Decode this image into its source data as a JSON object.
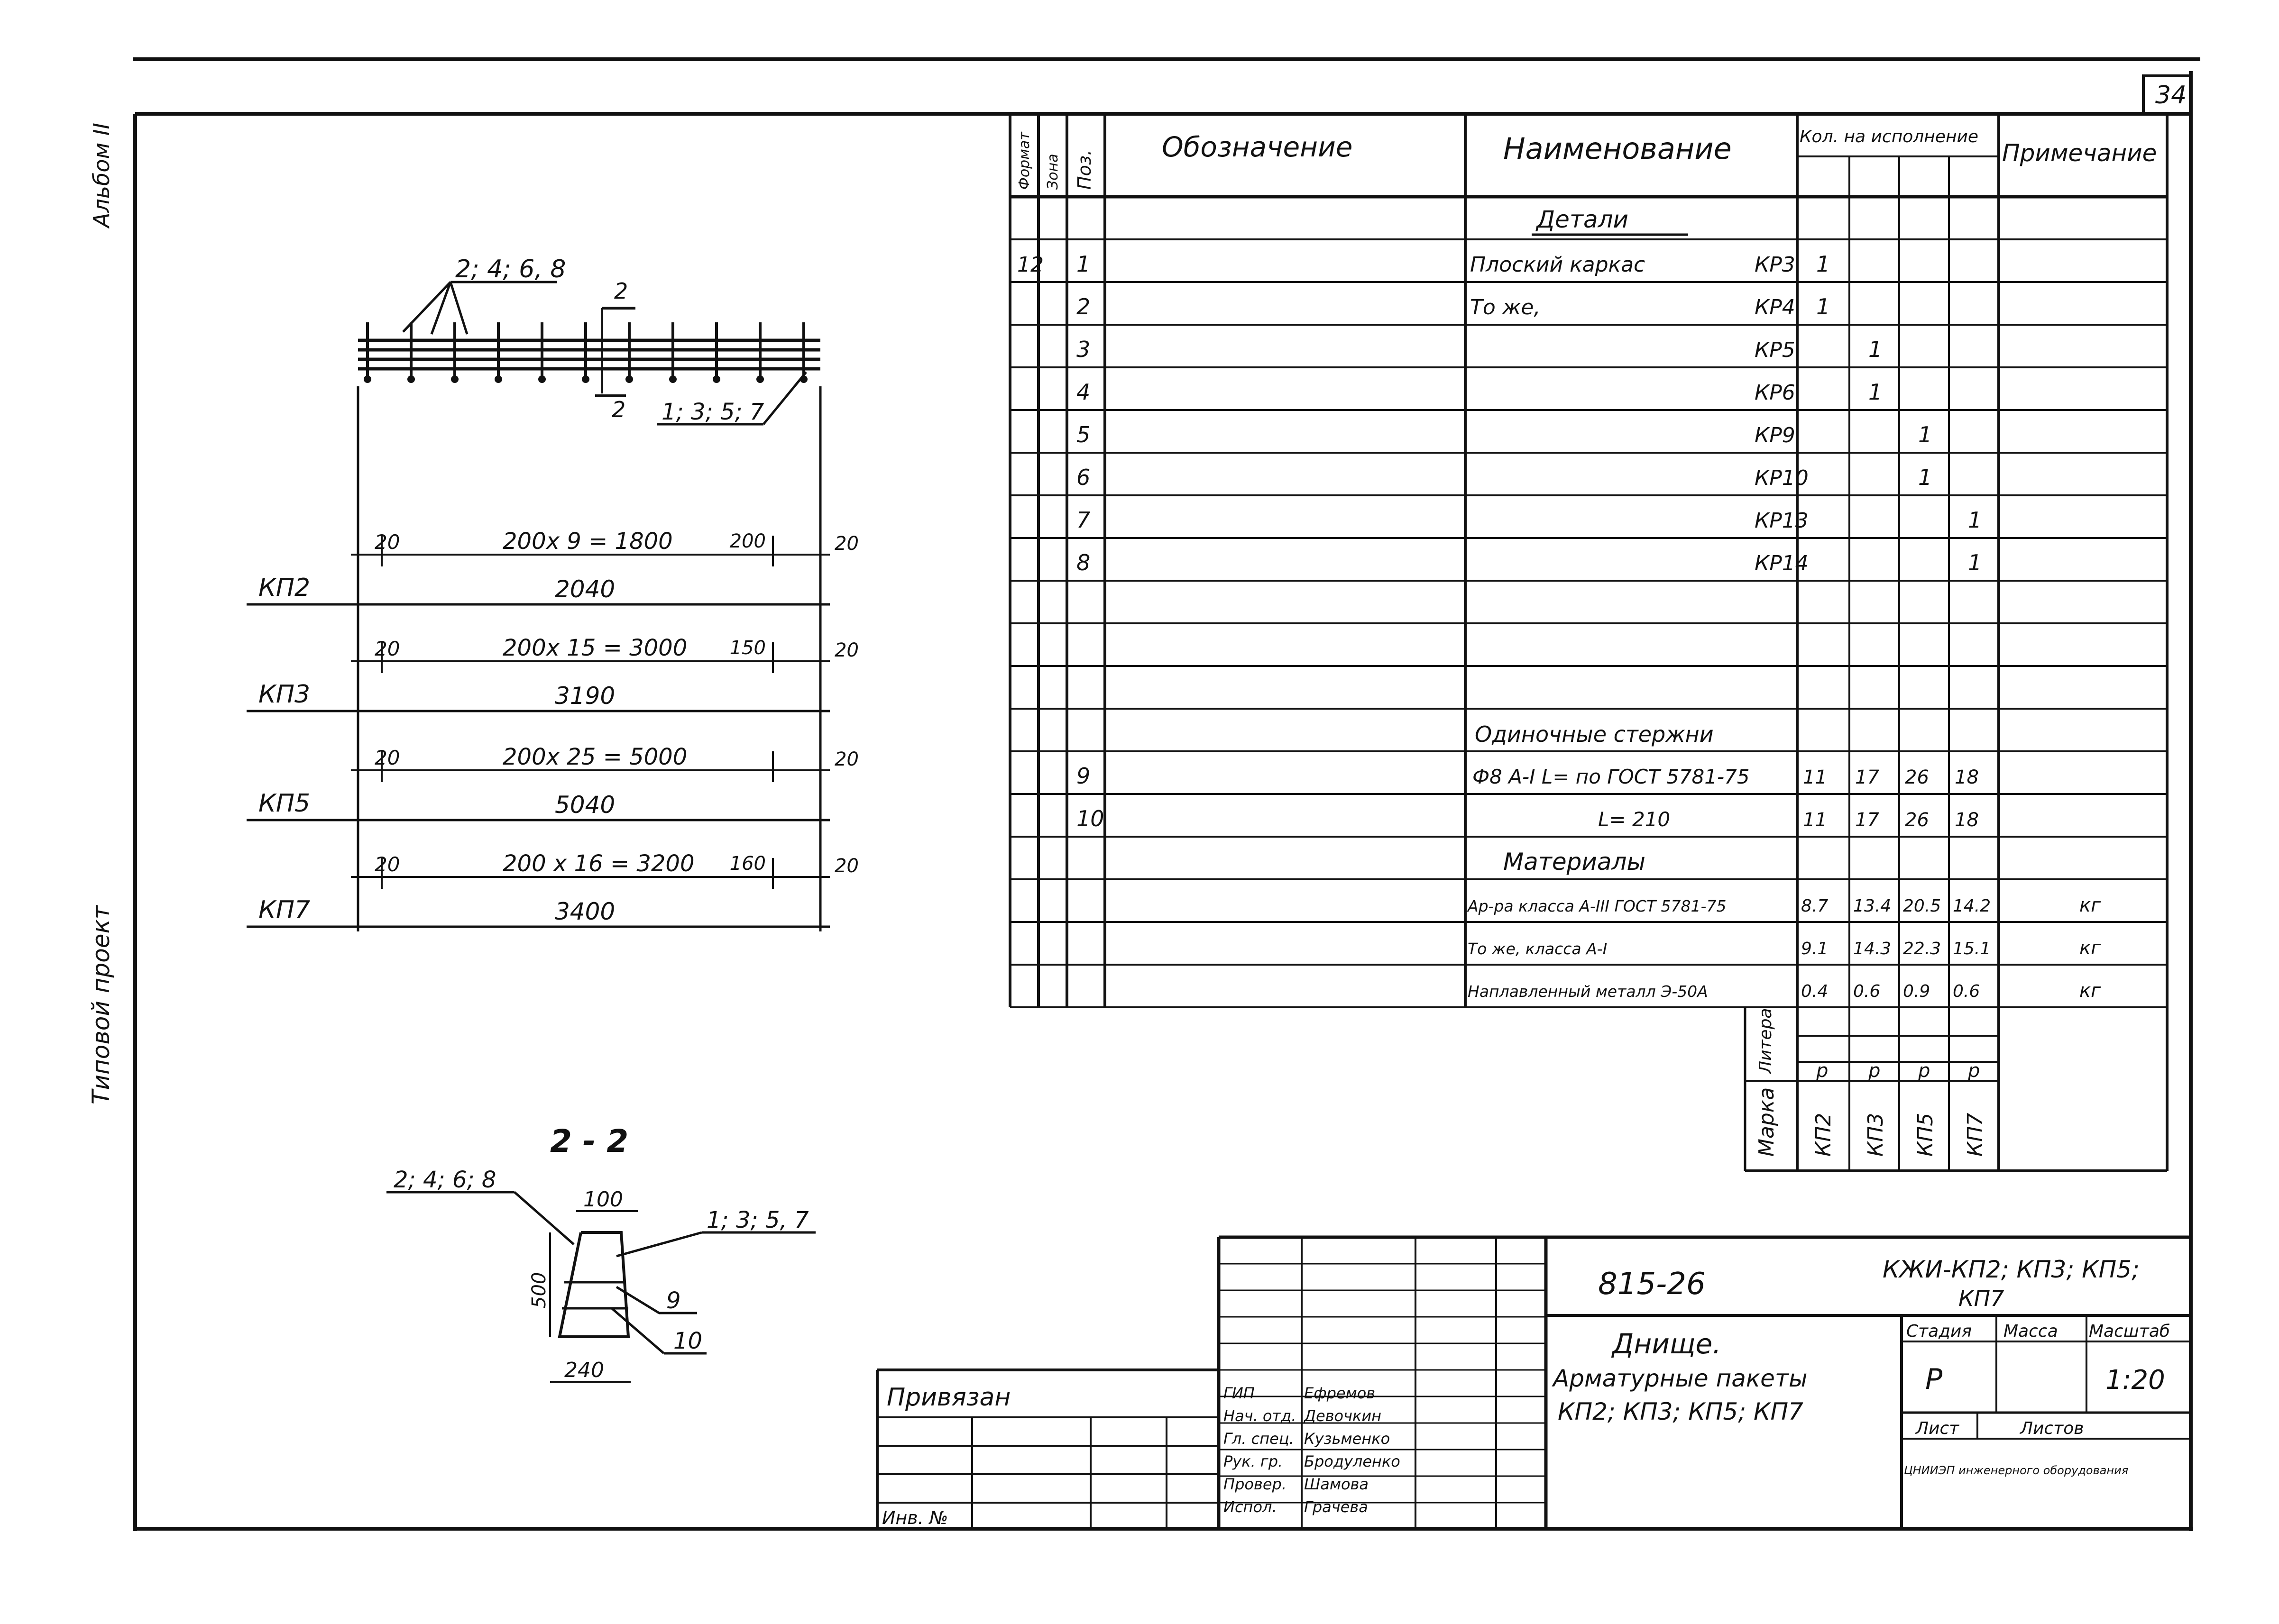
{
  "sheet_number": "34",
  "side_labels": {
    "top": "Альбом II",
    "bottom": "Типовой проект"
  },
  "spec": {
    "headers": {
      "format": "Формат",
      "zone": "Зона",
      "pos": "Поз.",
      "designation": "Обозначение",
      "name": "Наименование",
      "qty_group": "Кол. на исполнение",
      "note": "Примечание"
    },
    "sections": {
      "details": "Детали",
      "rods": "Одиночные стержни",
      "materials": "Материалы"
    },
    "rows": [
      {
        "format": "12",
        "pos": "1",
        "name": "Плоский каркас",
        "mark": "КР3",
        "q": [
          "1",
          "",
          "",
          ""
        ],
        "note": ""
      },
      {
        "format": "",
        "pos": "2",
        "name": "То же,",
        "mark": "КР4",
        "q": [
          "1",
          "",
          "",
          ""
        ],
        "note": ""
      },
      {
        "format": "",
        "pos": "3",
        "name": "",
        "mark": "КР5",
        "q": [
          "",
          "1",
          "",
          ""
        ],
        "note": ""
      },
      {
        "format": "",
        "pos": "4",
        "name": "",
        "mark": "КР6",
        "q": [
          "",
          "1",
          "",
          ""
        ],
        "note": ""
      },
      {
        "format": "",
        "pos": "5",
        "name": "",
        "mark": "КР9",
        "q": [
          "",
          "",
          "1",
          ""
        ],
        "note": ""
      },
      {
        "format": "",
        "pos": "6",
        "name": "",
        "mark": "КР10",
        "q": [
          "",
          "",
          "1",
          ""
        ],
        "note": ""
      },
      {
        "format": "",
        "pos": "7",
        "name": "",
        "mark": "КР13",
        "q": [
          "",
          "",
          "",
          "1"
        ],
        "note": ""
      },
      {
        "format": "",
        "pos": "8",
        "name": "",
        "mark": "КР14",
        "q": [
          "",
          "",
          "",
          "1"
        ],
        "note": ""
      }
    ],
    "rod_rows": [
      {
        "pos": "9",
        "name": "Ф8 А-I  L= по ГОСТ 5781-75",
        "q": [
          "11",
          "17",
          "26",
          "18"
        ]
      },
      {
        "pos": "10",
        "name": "L= 210",
        "q": [
          "11",
          "17",
          "26",
          "18"
        ]
      }
    ],
    "material_rows": [
      {
        "name": "Ар-ра класса А-III ГОСТ 5781-75",
        "q": [
          "8.7",
          "13.4",
          "20.5",
          "14.2"
        ],
        "note": "кг"
      },
      {
        "name": "То же, класса А-I",
        "q": [
          "9.1",
          "14.3",
          "22.3",
          "15.1"
        ],
        "note": "кг"
      },
      {
        "name": "Наплавленный металл Э-50А",
        "q": [
          "0.4",
          "0.6",
          "0.9",
          "0.6"
        ],
        "note": "кг"
      }
    ],
    "litera_label": "Литера",
    "marka_label": "Марка",
    "litera": [
      "р",
      "р",
      "р",
      "р"
    ],
    "marks": [
      "КП2",
      "КП3",
      "КП5",
      "КП7"
    ]
  },
  "drawing": {
    "top_callout": "2; 4; 6, 8",
    "section_mark": "2",
    "right_callout": "1; 3; 5; 7",
    "packets": [
      {
        "mark": "КП2",
        "left": "20",
        "mid": "200x 9 = 1800",
        "right_dim": "200",
        "right": "20",
        "total": "2040"
      },
      {
        "mark": "КП3",
        "left": "20",
        "mid": "200x 15 = 3000",
        "right_dim": "150",
        "right": "20",
        "total": "3190"
      },
      {
        "mark": "КП5",
        "left": "20",
        "mid": "200x 25 = 5000",
        "right_dim": "",
        "right": "20",
        "total": "5040"
      },
      {
        "mark": "КП7",
        "left": "20",
        "mid": "200 x 16 = 3200",
        "right_dim": "160",
        "right": "20",
        "total": "3400"
      }
    ],
    "section": {
      "title": "2 - 2",
      "left_callout": "2; 4; 6; 8",
      "right_callout": "1; 3; 5, 7",
      "top_dim": "100",
      "height_dim": "500",
      "bottom_dim": "240",
      "pos9": "9",
      "pos10": "10"
    }
  },
  "title_block": {
    "project_code": "815-26",
    "doc_code_line1": "КЖИ-КП2; КП3; КП5;",
    "doc_code_line2": "КП7",
    "title_line1": "Днище.",
    "title_line2": "Арматурные пакеты",
    "title_line3": "КП2; КП3; КП5; КП7",
    "stage_label": "Стадия",
    "mass_label": "Масса",
    "scale_label": "Масштаб",
    "stage": "Р",
    "mass": "",
    "scale": "1:20",
    "sheet_label": "Лист",
    "sheets_label": "Листов",
    "org": "ЦНИИЭП инженерного оборудования",
    "signatures": [
      {
        "role": "ГИП",
        "name": "Ефремов"
      },
      {
        "role": "Нач. отд.",
        "name": "Девочкин"
      },
      {
        "role": "Гл. спец.",
        "name": "Кузьменко"
      },
      {
        "role": "Рук. гр.",
        "name": "Бродуленко"
      },
      {
        "role": "Провер.",
        "name": "Шамова"
      },
      {
        "role": "Испол.",
        "name": "Грачева"
      }
    ],
    "attached_label": "Привязан",
    "inv_label": "Инв. №"
  }
}
